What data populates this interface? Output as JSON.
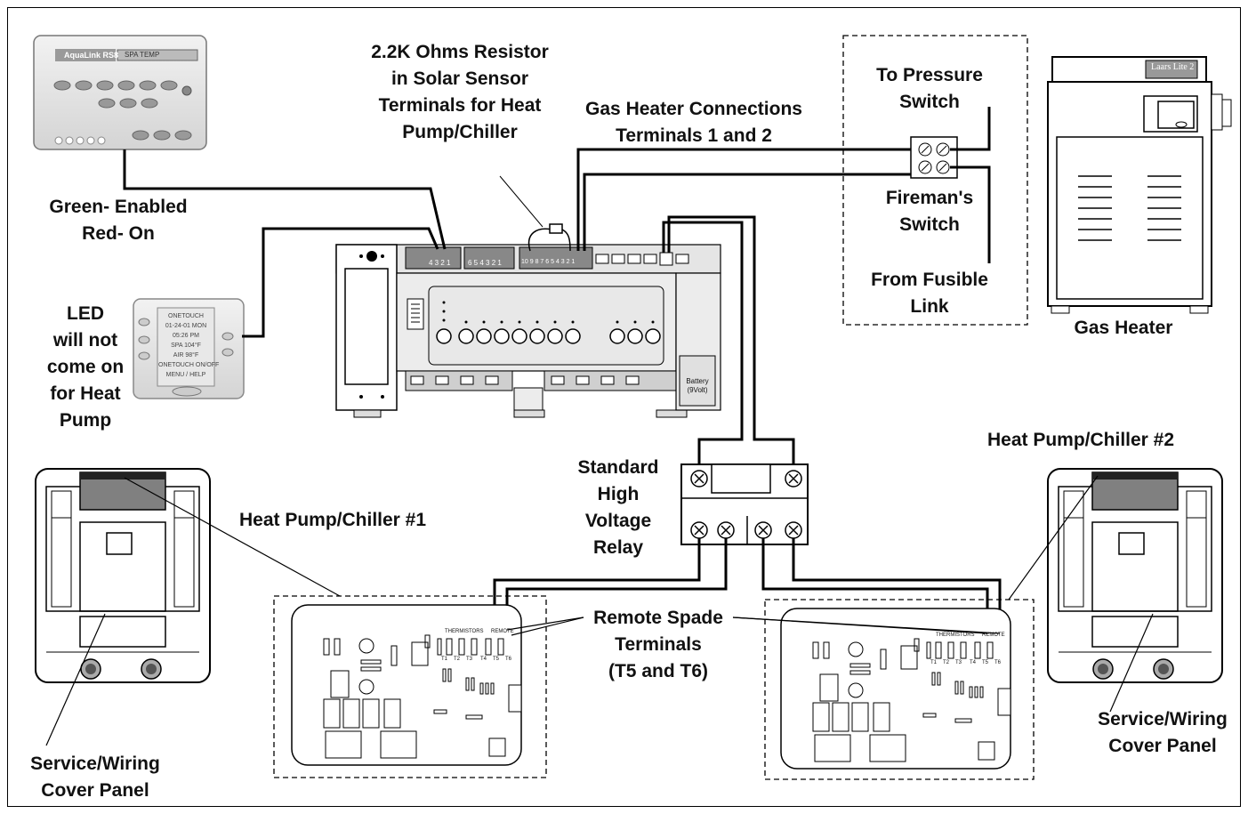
{
  "labels": {
    "resistor": "2.2K Ohms Resistor\nin Solar Sensor\nTerminals for Heat\nPump/Chiller",
    "gas_conn": "Gas Heater Connections\nTerminals 1 and 2",
    "pressure_switch": "To Pressure\nSwitch",
    "firemans_switch": "Fireman's\nSwitch",
    "fusible_link": "From Fusible\nLink",
    "gas_heater": "Gas Heater",
    "green_red": "Green- Enabled\nRed- On",
    "led_note": "LED\nwill not\ncome on\nfor Heat\nPump",
    "hp1": "Heat Pump/Chiller #1",
    "hp2": "Heat Pump/Chiller #2",
    "relay": "Standard\nHigh\nVoltage\nRelay",
    "remote_spade": "Remote Spade\nTerminals\n(T5 and T6)",
    "service_left": "Service/Wiring\nCover Panel",
    "service_right": "Service/Wiring\nCover Panel"
  },
  "devices": {
    "aqualink_brand": "AquaLink RS8",
    "aqualink_display": "SPA TEMP",
    "onetouch_screen": "ONETOUCH\n01-24-01 MON\n05:26 PM\nSPA 104°F\nAIR 98°F\nONETOUCH ON/OFF\nMENU / HELP",
    "laars_brand": "Laars Lite 2",
    "battery": "Battery\n(9Volt)",
    "thermistors": "THERMISTORS",
    "remote": "REMOTE",
    "t_labels": [
      "T1",
      "T2",
      "T3",
      "T4",
      "T5",
      "T6"
    ],
    "term_4321": "4 3 2 1",
    "term_654321": "6 5 4 3 2 1",
    "term_10_1": "10 9 8 7 6 5 4 3 2 1"
  }
}
